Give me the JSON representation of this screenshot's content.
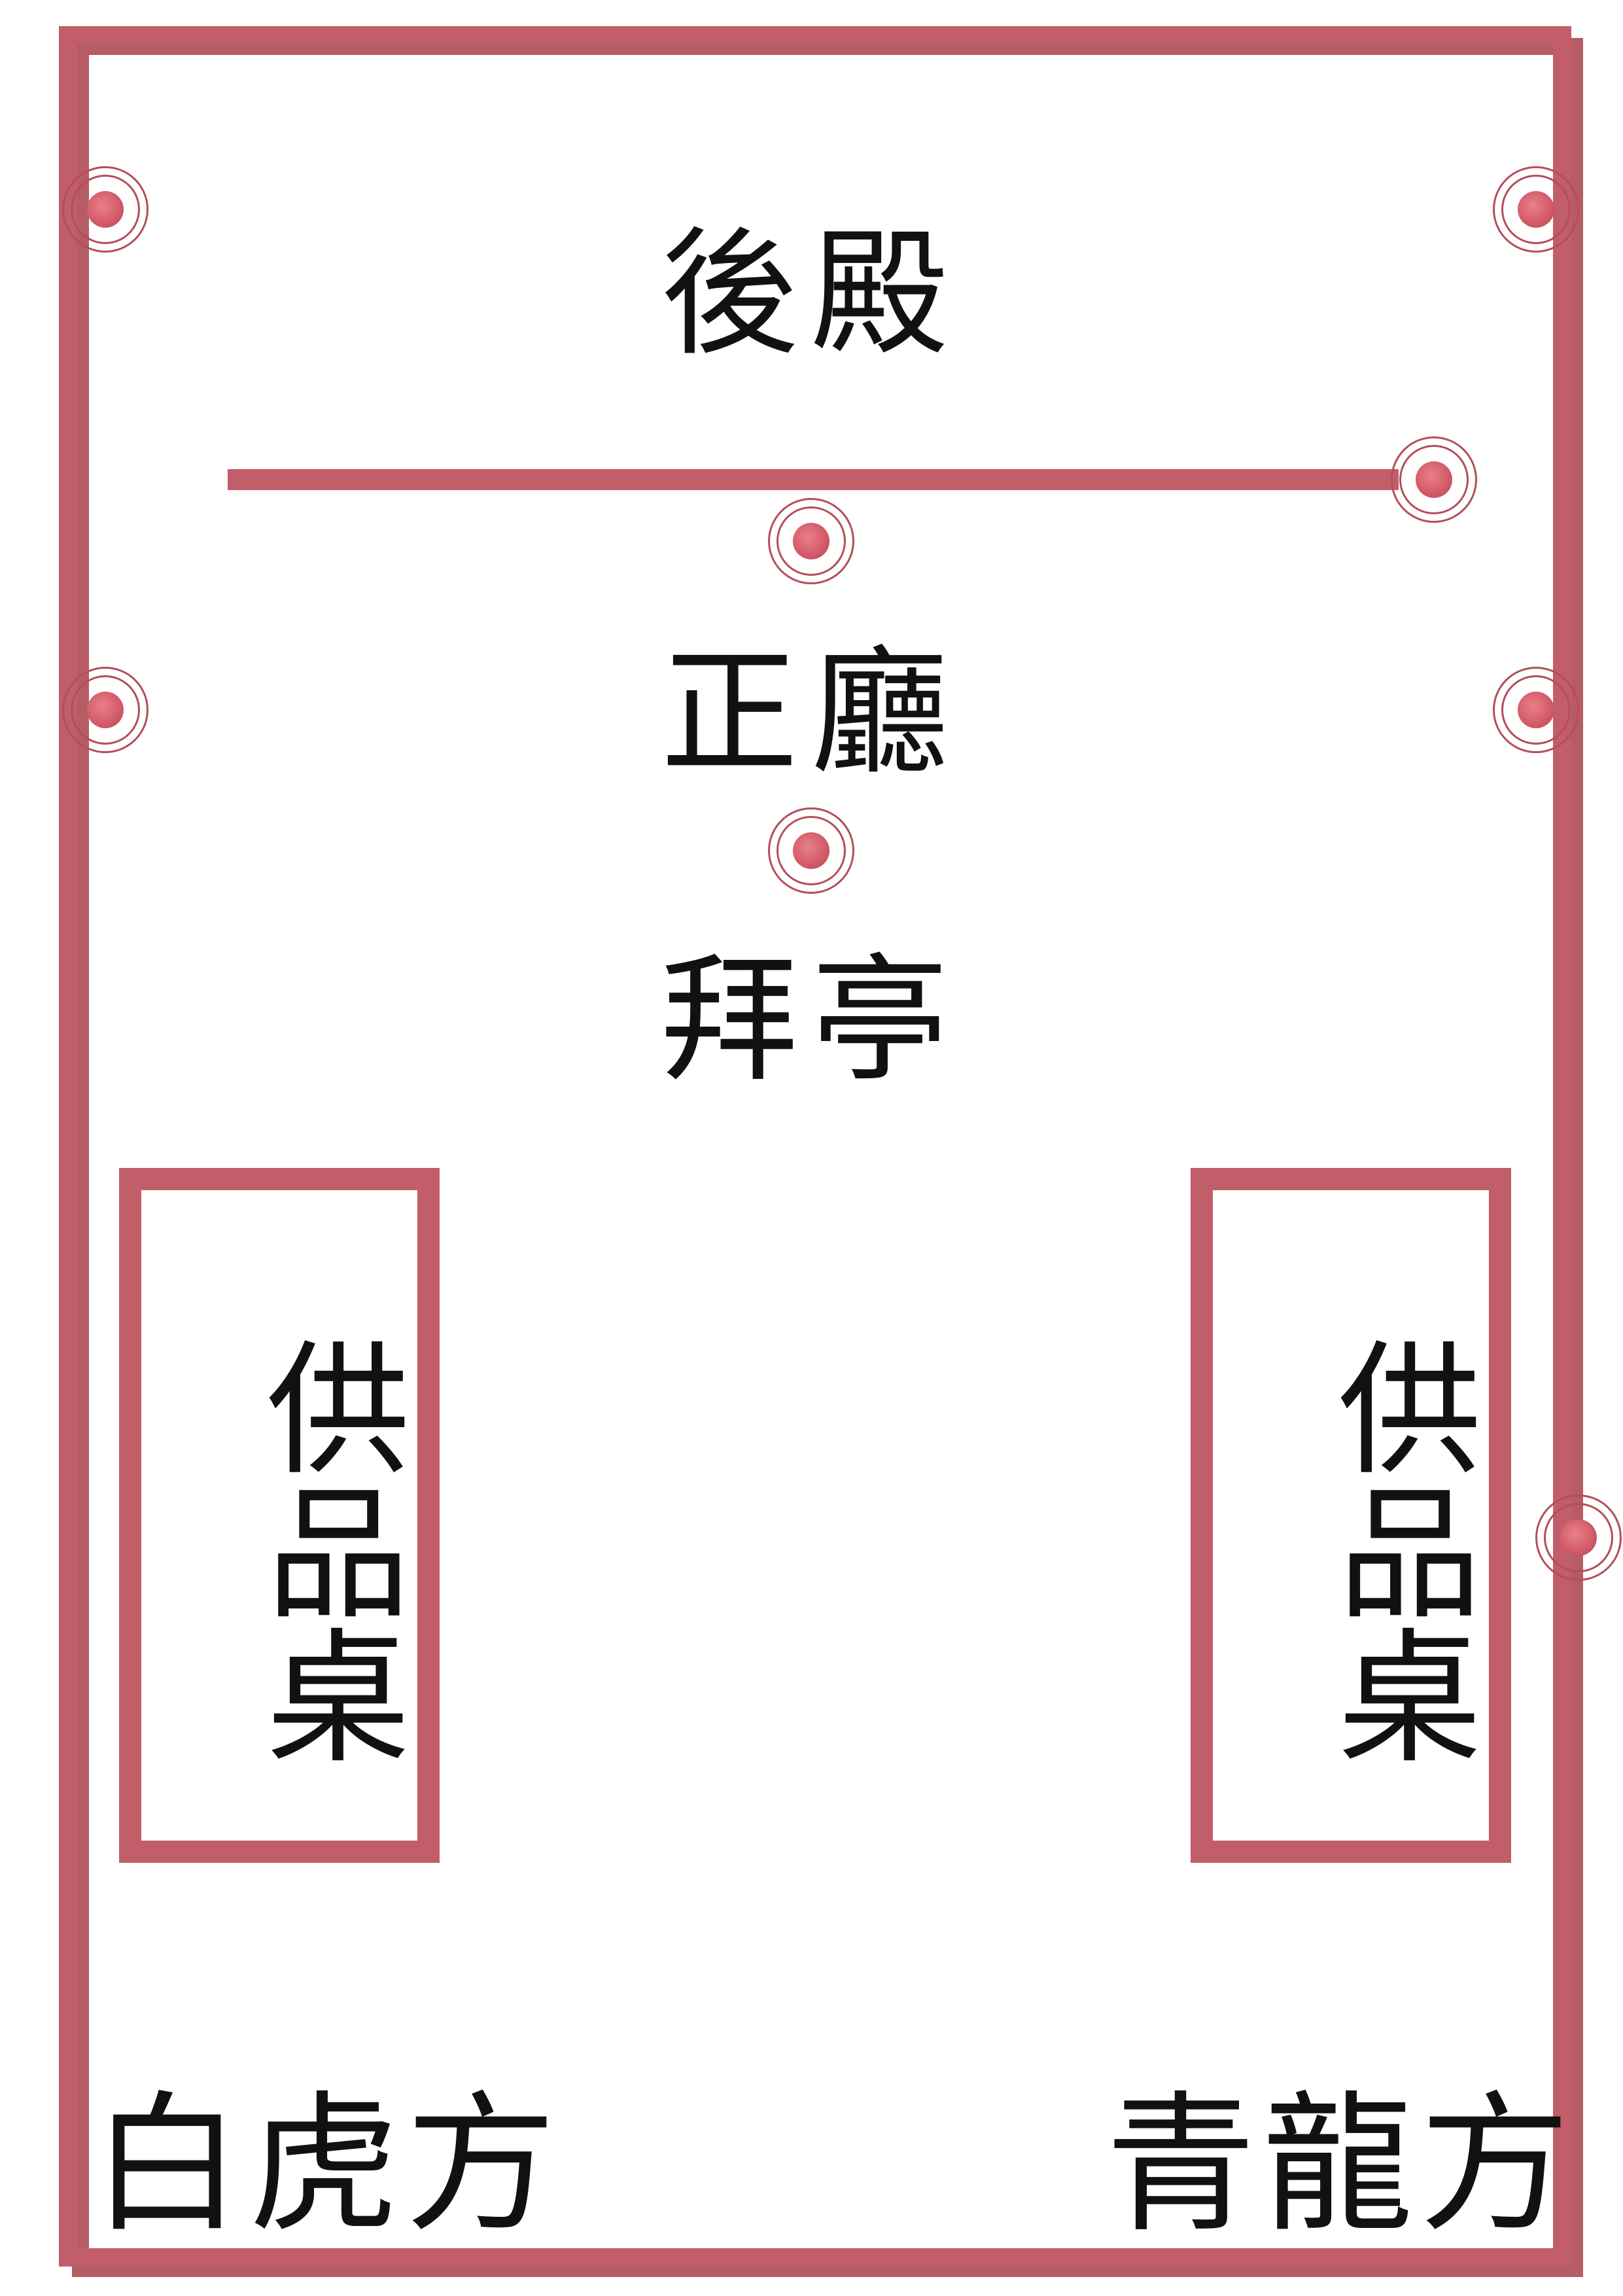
{
  "labels": {
    "rear_hall": "後殿",
    "main_hall": "正廳",
    "worship_pavilion": "拜亭",
    "left_table": "供品桌",
    "right_table": "供品桌",
    "white_tiger": "白虎方",
    "azure_dragon": "青龍方"
  },
  "colors": {
    "frame": "#c15e69",
    "pillar": "#d45c6a",
    "text": "#111111",
    "background": "#ffffff"
  },
  "icons": {
    "pillar": "pillar-icon"
  }
}
